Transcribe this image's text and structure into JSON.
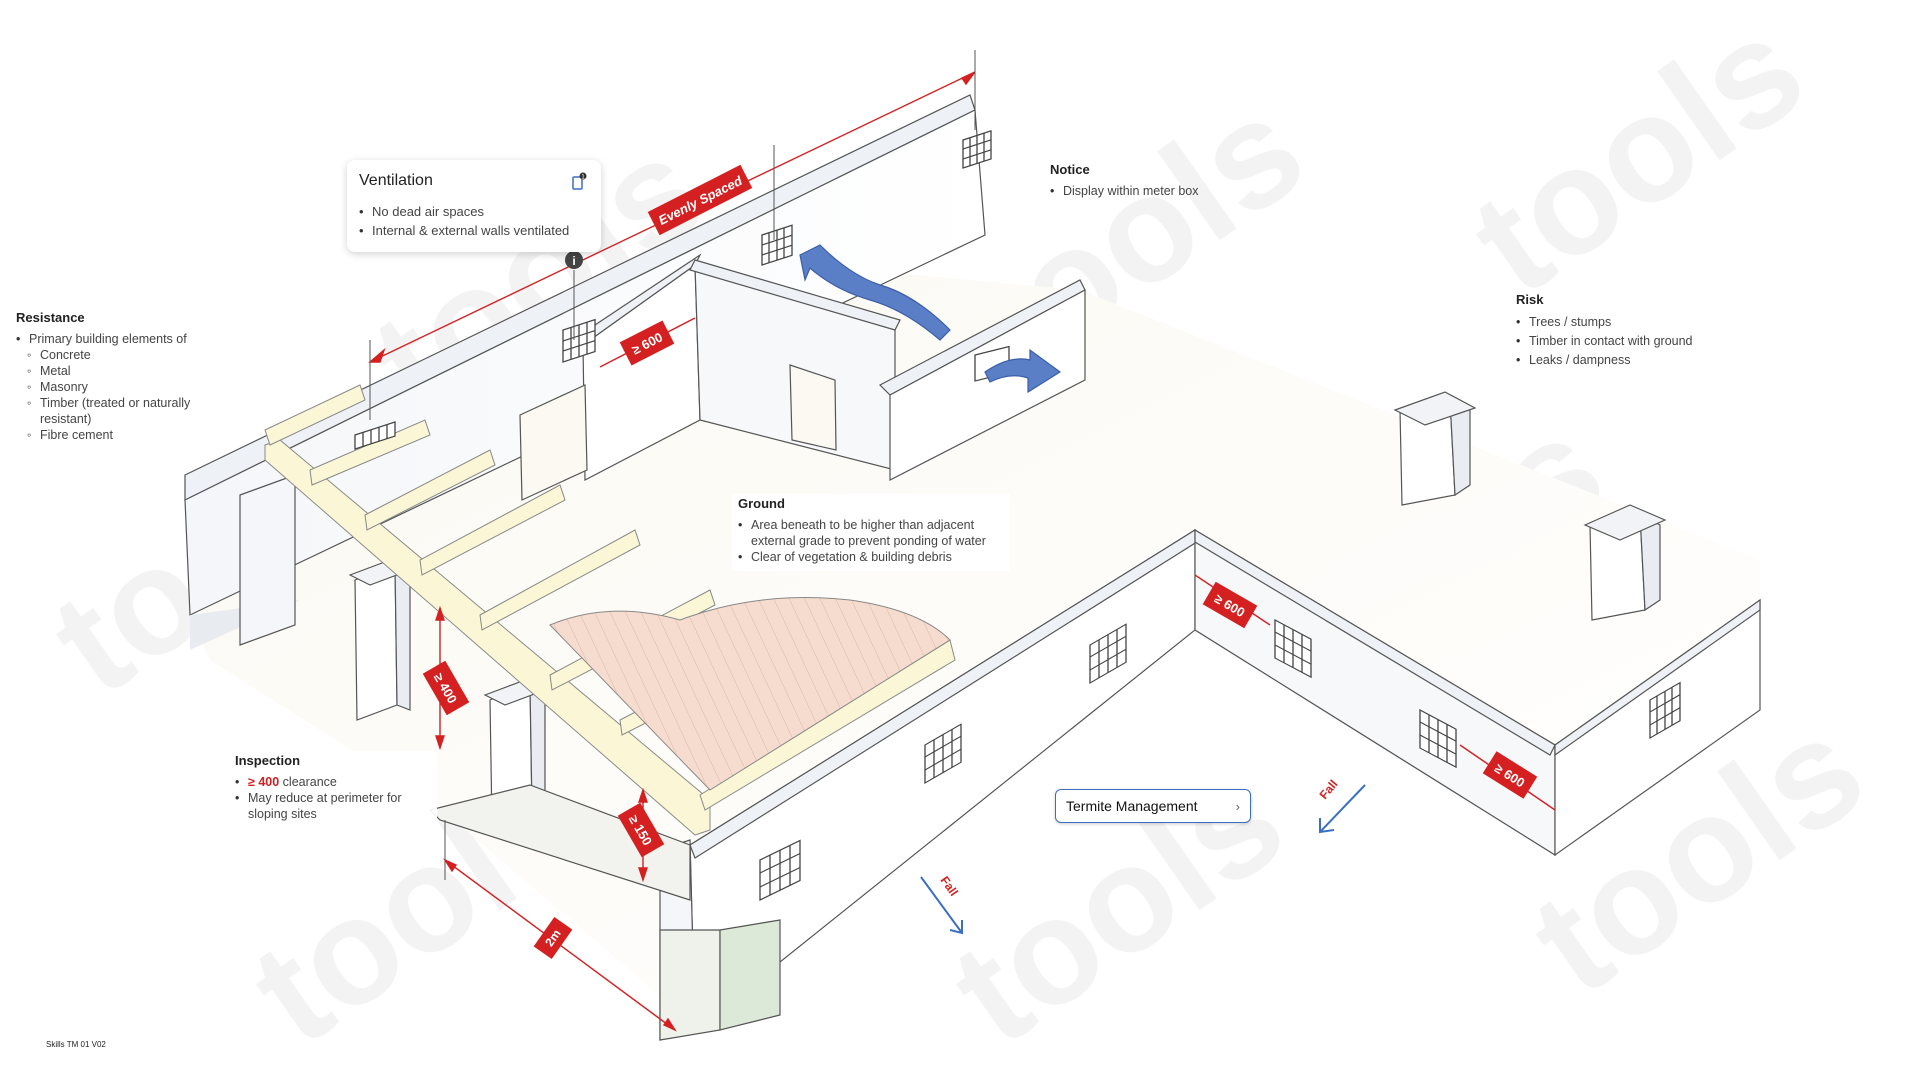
{
  "watermark": {
    "text": "tools"
  },
  "ventilation": {
    "title": "Ventilation",
    "items": [
      "No dead air spaces",
      "Internal & external walls ventilated"
    ]
  },
  "notice": {
    "title": "Notice",
    "items": [
      "Display within meter box"
    ]
  },
  "resistance": {
    "title": "Resistance",
    "lead": "Primary building elements of",
    "materials": [
      "Concrete",
      "Metal",
      "Masonry",
      "Timber (treated or naturally resistant)",
      "Fibre cement"
    ]
  },
  "risk": {
    "title": "Risk",
    "items": [
      "Trees / stumps",
      "Timber in contact with ground",
      "Leaks / dampness"
    ]
  },
  "ground": {
    "title": "Ground",
    "items": [
      "Area beneath to be higher than adjacent external grade to prevent ponding of water",
      "Clear of vegetation & building debris"
    ]
  },
  "inspection": {
    "title": "Inspection",
    "clearance_value": "≥ 400",
    "clearance_text": " clearance",
    "items": [
      "May reduce at perimeter for sloping sites"
    ]
  },
  "dimension_tags": {
    "evenly_spaced": "Evenly Spaced",
    "vent_spacing_top": "≥ 600",
    "clearance_400": "≥ 400",
    "clearance_150": "≥ 150",
    "distance_2m": "2m",
    "vent_spacing_right1": "≥ 600",
    "vent_spacing_right2": "≥ 600"
  },
  "fall_labels": {
    "left": "Fall",
    "right": "Fall"
  },
  "termite_button": {
    "label": "Termite Management",
    "chevron": "›"
  },
  "footer": {
    "code": "Skills TM 01 V02"
  },
  "colors": {
    "accent_red": "#d42020",
    "arrow_blue": "#5b7fc6",
    "timber": "#fbf7d6",
    "deck": "#f6dccf",
    "button_border": "#3a6fc4"
  },
  "icons": {
    "ventilation_icon": "device-icon",
    "info": "info-icon"
  }
}
